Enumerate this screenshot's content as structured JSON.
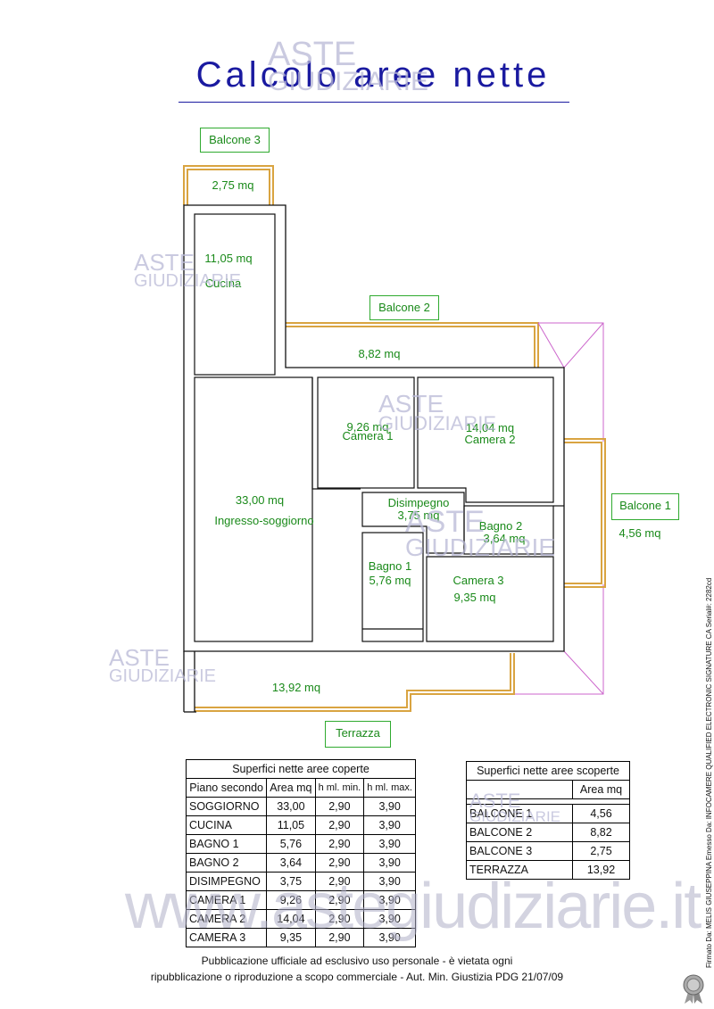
{
  "title": "Calcolo aree nette",
  "labels": {
    "balcone3_box": "Balcone 3",
    "balcone3_area": "2,75 mq",
    "cucina_area": "11,05 mq",
    "cucina_name": "Cucina",
    "balcone2_box": "Balcone 2",
    "balcone2_area": "8,82 mq",
    "camera1_area": "9,26 mq",
    "camera1_name": "Camera 1",
    "camera2_area": "14,04 mq",
    "camera2_name": "Camera 2",
    "soggiorno_area": "33,00 mq",
    "soggiorno_name": "Ingresso-soggiorno",
    "disimpegno_name": "Disimpegno",
    "disimpegno_area": "3,75 mq",
    "bagno2_name": "Bagno 2",
    "bagno2_area": "3,64 mq",
    "balcone1_box": "Balcone 1",
    "balcone1_area": "4,56 mq",
    "bagno1_name": "Bagno 1",
    "bagno1_area": "5,76 mq",
    "camera3_name": "Camera 3",
    "camera3_area": "9,35 mq",
    "terrazza_area": "13,92 mq",
    "terrazza_box": "Terrazza"
  },
  "covered_table": {
    "title": "Superfici nette aree coperte",
    "col_floor": "Piano secondo",
    "col_area": "Area mq",
    "col_hmin": "h ml. min.",
    "col_hmax": "h ml. max.",
    "rows": [
      {
        "name": "SOGGIORNO",
        "area": "33,00",
        "hmin": "2,90",
        "hmax": "3,90"
      },
      {
        "name": "CUCINA",
        "area": "11,05",
        "hmin": "2,90",
        "hmax": "3,90"
      },
      {
        "name": "BAGNO 1",
        "area": "5,76",
        "hmin": "2,90",
        "hmax": "3,90"
      },
      {
        "name": "BAGNO 2",
        "area": "3,64",
        "hmin": "2,90",
        "hmax": "3,90"
      },
      {
        "name": "DISIMPEGNO",
        "area": "3,75",
        "hmin": "2,90",
        "hmax": "3,90"
      },
      {
        "name": "CAMERA 1",
        "area": "9,26",
        "hmin": "2,90",
        "hmax": "3,90"
      },
      {
        "name": "CAMERA 2",
        "area": "14,04",
        "hmin": "2,90",
        "hmax": "3,90"
      },
      {
        "name": "CAMERA 3",
        "area": "9,35",
        "hmin": "2,90",
        "hmax": "3,90"
      }
    ]
  },
  "uncovered_table": {
    "title": "Superfici nette aree scoperte",
    "col_area": "Area mq",
    "rows": [
      {
        "name": "BALCONE 1",
        "area": "4,56"
      },
      {
        "name": "BALCONE 2",
        "area": "8,82"
      },
      {
        "name": "BALCONE 3",
        "area": "2,75"
      },
      {
        "name": "TERRAZZA",
        "area": "13,92"
      }
    ]
  },
  "footer": {
    "line1": "Pubblicazione ufficiale ad esclusivo uso personale - è vietata ogni",
    "line2": "ripubblicazione o riproduzione a scopo commerciale - Aut. Min. Giustizia PDG 21/07/09"
  },
  "signature_note": "Firmato Da: MELIS GIUSEPPINA Emesso Da: INFOCAMERE QUALIFIED ELECTRONIC SIGNATURE CA Serial#: 2282cd",
  "watermark": {
    "brand_top": "ASTE",
    "brand_bottom": "GIUDIZIARIE",
    "url": "www.astegiudiziarie.it"
  },
  "colors": {
    "wall": "#111111",
    "balcony": "#d9a441",
    "label_green": "#1a8a1a",
    "title_blue": "#1a1aa0",
    "roof_pink": "#cc66cc"
  }
}
